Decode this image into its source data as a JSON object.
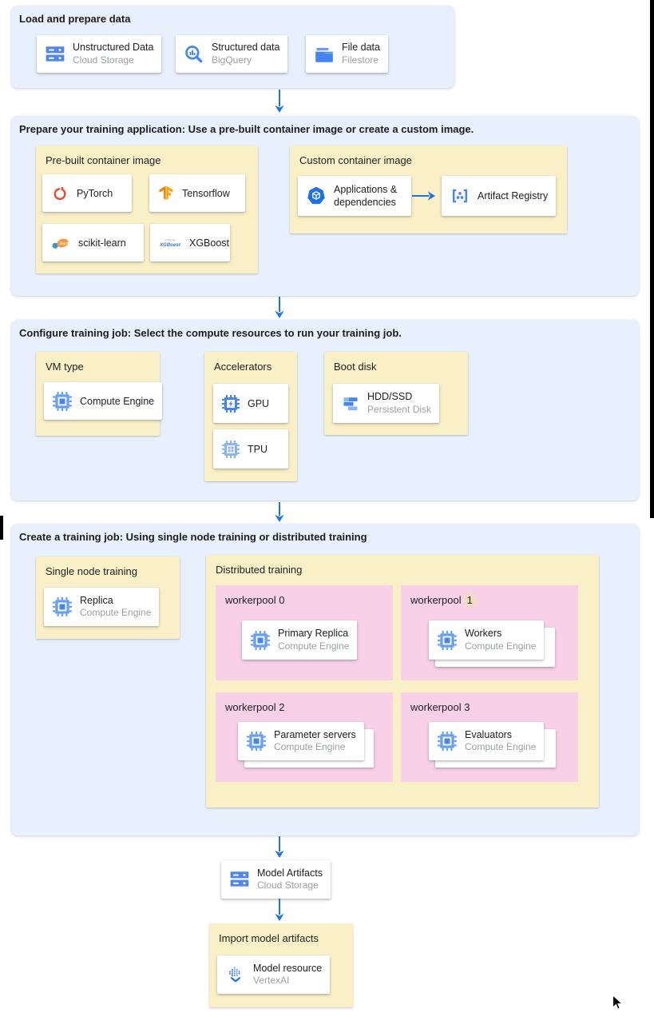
{
  "colors": {
    "panel_blue": "#e8f0fe",
    "group_yellow": "#faf0c8",
    "pool_pink": "#f8d1e8",
    "arrow_blue": "#1a73e8",
    "icon_blue": "#4285f4",
    "icon_blue_light": "#669df6",
    "text_primary": "#202124",
    "text_secondary": "#9aa0a6",
    "number_highlight": "#f4dcc0"
  },
  "load": {
    "title": "Load and prepare data",
    "cards": [
      {
        "label": "Unstructured Data",
        "sublabel": "Cloud Storage"
      },
      {
        "label": "Structured data",
        "sublabel": "BigQuery"
      },
      {
        "label": "File data",
        "sublabel": "Filestore"
      }
    ]
  },
  "prepare": {
    "title": "Prepare your training application: Use a pre-built container image or create a custom image.",
    "prebuilt": {
      "title": "Pre-built container image",
      "cards": [
        {
          "label": "PyTorch"
        },
        {
          "label": "Tensorflow"
        },
        {
          "label": "scikit-learn"
        },
        {
          "label": "XGBoost"
        }
      ]
    },
    "custom": {
      "title": "Custom container image",
      "source_card": {
        "label": "Applications & dependencies"
      },
      "target_card": {
        "label": "Artifact Registry"
      }
    }
  },
  "configure": {
    "title": "Configure training job: Select the compute resources to run your training job.",
    "vm_type": {
      "title": "VM type",
      "card": {
        "label": "Compute Engine"
      }
    },
    "accelerators": {
      "title": "Accelerators",
      "cards": [
        {
          "label": "GPU"
        },
        {
          "label": "TPU"
        }
      ]
    },
    "boot_disk": {
      "title": "Boot disk",
      "card": {
        "label": "HDD/SSD",
        "sublabel": "Persistent Disk"
      }
    }
  },
  "create": {
    "title": "Create a training job: Using single node training or distributed training",
    "single_node": {
      "title": "Single node training",
      "card": {
        "label": "Replica",
        "sublabel": "Compute Engine"
      }
    },
    "distributed": {
      "title": "Distributed training",
      "pools": [
        {
          "name": "workerpool 0",
          "card": {
            "label": "Primary Replica",
            "sublabel": "Compute Engine"
          }
        },
        {
          "name": "workerpool",
          "number": "1",
          "card": {
            "label": "Workers",
            "sublabel": "Compute Engine"
          }
        },
        {
          "name": "workerpool 2",
          "card": {
            "label": "Parameter servers",
            "sublabel": "Compute Engine"
          }
        },
        {
          "name": "workerpool 3",
          "card": {
            "label": "Evaluators",
            "sublabel": "Compute Engine"
          }
        }
      ]
    }
  },
  "output": {
    "artifacts_card": {
      "label": "Model Artifacts",
      "sublabel": "Cloud Storage"
    },
    "import_box": {
      "title": "Import model artifacts",
      "card": {
        "label": "Model resource",
        "sublabel": "VertexAI"
      }
    }
  },
  "logos": {
    "xgboost_top": "eXtreme",
    "xgboost_main": "XGBoost",
    "sklearn_script": "learn"
  }
}
